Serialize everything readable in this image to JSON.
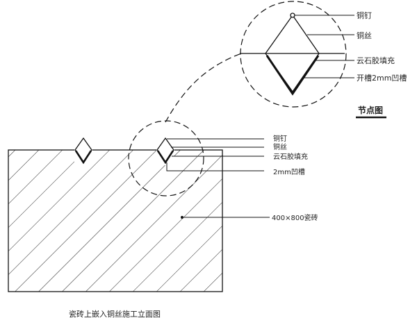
{
  "detail_view": {
    "title": "节点图",
    "callouts": {
      "copper_nail": "铜钉",
      "copper_wire": "铜丝",
      "marble_glue": "云石胶填充",
      "groove": "开槽2mm凹槽"
    }
  },
  "plan_view": {
    "callouts": {
      "copper_nail": "铜钉",
      "copper_wire": "铜丝",
      "marble_glue": "云石胶填充",
      "groove": "2mm凹槽",
      "tile": "400×800瓷砖"
    },
    "caption": "瓷砖上嵌入铜丝施工立面图"
  },
  "colors": {
    "ink": "#111111",
    "paper": "#ffffff"
  }
}
